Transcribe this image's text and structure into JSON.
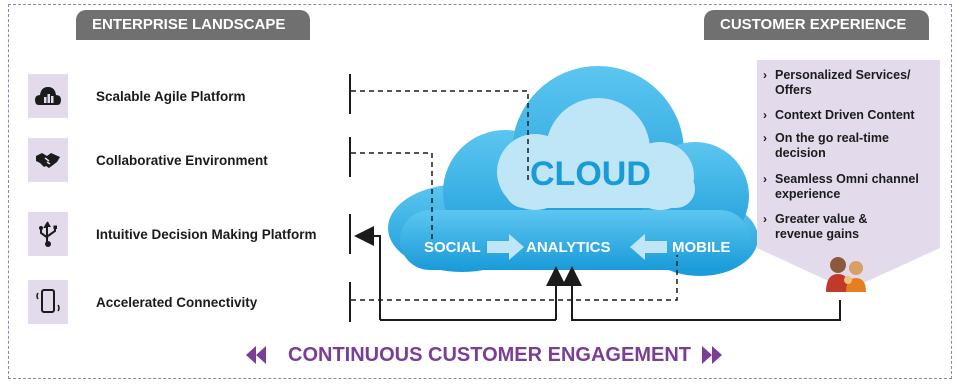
{
  "tabs": {
    "left": "ENTERPRISE LANDSCAPE",
    "right": "CUSTOMER EXPERIENCE"
  },
  "landscape": [
    {
      "label": "Scalable Agile Platform",
      "icon": "cloud-chart-icon"
    },
    {
      "label": "Collaborative Environment",
      "icon": "handshake-icon"
    },
    {
      "label": "Intuitive Decision Making Platform",
      "icon": "usb-icon"
    },
    {
      "label": "Accelerated Connectivity",
      "icon": "mobile-phone-icon"
    }
  ],
  "cloud": {
    "title": "CLOUD",
    "social": "SOCIAL",
    "analytics": "ANALYTICS",
    "mobile": "MOBILE"
  },
  "customer_experience": [
    "Personalized Services/ Offers",
    "Context Driven Content",
    "On the go real-time decision",
    "Seamless Omni channel experience",
    "Greater value & revenue gains"
  ],
  "engagement": "CONTINUOUS CUSTOMER ENGAGEMENT",
  "colors": {
    "purple_panel": "#e3dbec",
    "tab_gray": "#707070",
    "cloud_blue": "#29a9e1",
    "cloud_light": "#bfe6f6",
    "accent_purple": "#7b3e97"
  }
}
